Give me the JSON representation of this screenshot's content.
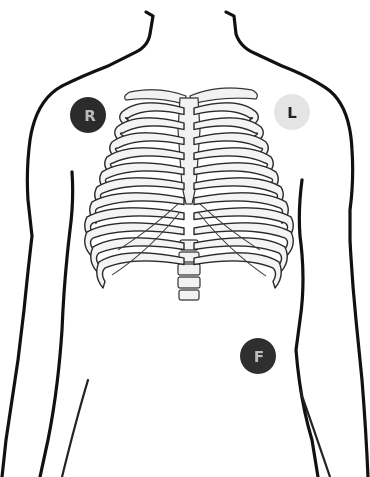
{
  "electrodes": {
    "right_arm": {
      "label": "R",
      "fill": "#2b2b2b",
      "text_color": "#bdbdbd"
    },
    "left_arm": {
      "label": "L",
      "fill": "#e4e4e4",
      "text_color": "#222222"
    },
    "left_leg": {
      "label": "F",
      "fill": "#2f2f2f",
      "text_color": "#bdbdbd"
    }
  }
}
